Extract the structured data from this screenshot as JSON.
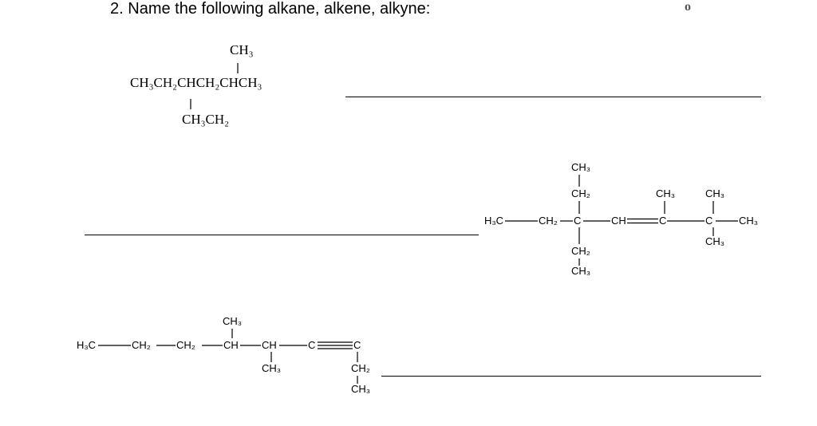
{
  "question": {
    "number": "2.",
    "prompt": "Name the following alkane, alkene, alkyne:",
    "corner_mark": "o"
  },
  "molecule_1": {
    "top_sub": "CH₃",
    "main_chain": "CH₃CH₂CHCH₂CHCH₃",
    "bottom_sub": "CH₃CH₂"
  },
  "molecule_2": {
    "top_ch3": "CH₃",
    "top_ch2": "CH₂",
    "h3c": "H₃C",
    "ch2": "CH₂",
    "c_quat": "C",
    "ch": "CH",
    "c_alkene": "C",
    "ch3_on_alkene": "CH₃",
    "c_tert": "C",
    "ch3_top_right": "CH₃",
    "ch3_end": "CH₃",
    "ch3_bottom_right": "CH₃",
    "bottom_ch2": "CH₂",
    "bottom_ch3": "CH₃"
  },
  "molecule_3": {
    "h3c": "H₃C",
    "ch2_a": "CH₂",
    "ch2_b": "CH₂",
    "ch": "CH",
    "ch_b": "CH",
    "c_triple_left": "C",
    "c_triple_right": "C",
    "ch3_top": "CH₃",
    "ch3_under_ch": "CH₃",
    "ch2_under_c": "CH₂",
    "ch3_under_c": "CH₃"
  }
}
